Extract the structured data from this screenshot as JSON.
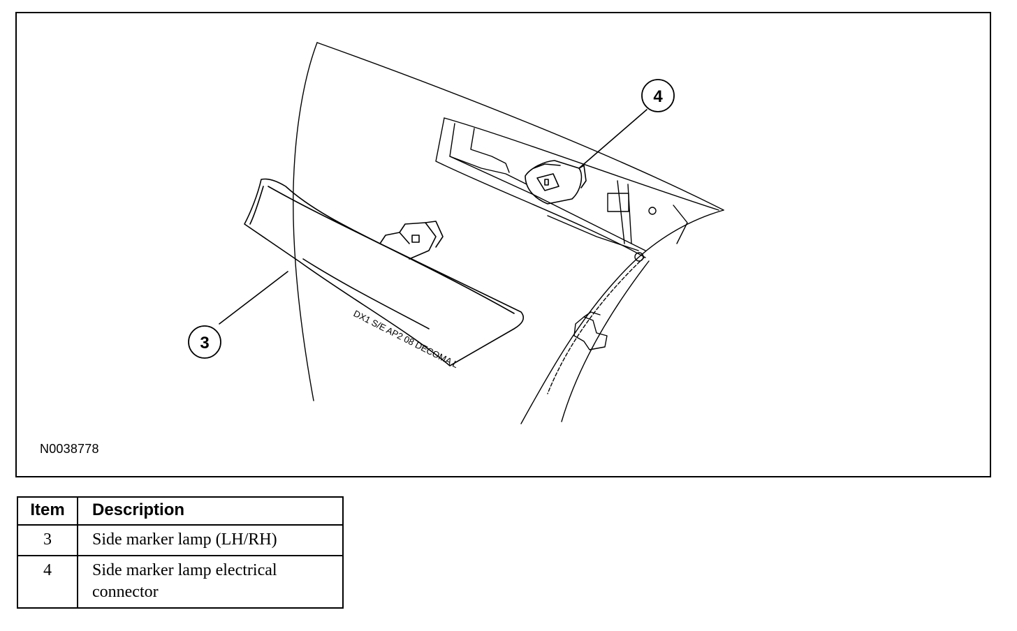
{
  "figure": {
    "id": "N0038778",
    "callouts": [
      {
        "label": "3"
      },
      {
        "label": "4"
      }
    ],
    "lamp_marking": "DX1 S/E AP2 08 DECOMA L"
  },
  "legend": {
    "headers": {
      "item": "Item",
      "description": "Description"
    },
    "rows": [
      {
        "item": "3",
        "description": "Side marker lamp (LH/RH)"
      },
      {
        "item": "4",
        "description": "Side marker lamp electrical connector"
      }
    ]
  }
}
